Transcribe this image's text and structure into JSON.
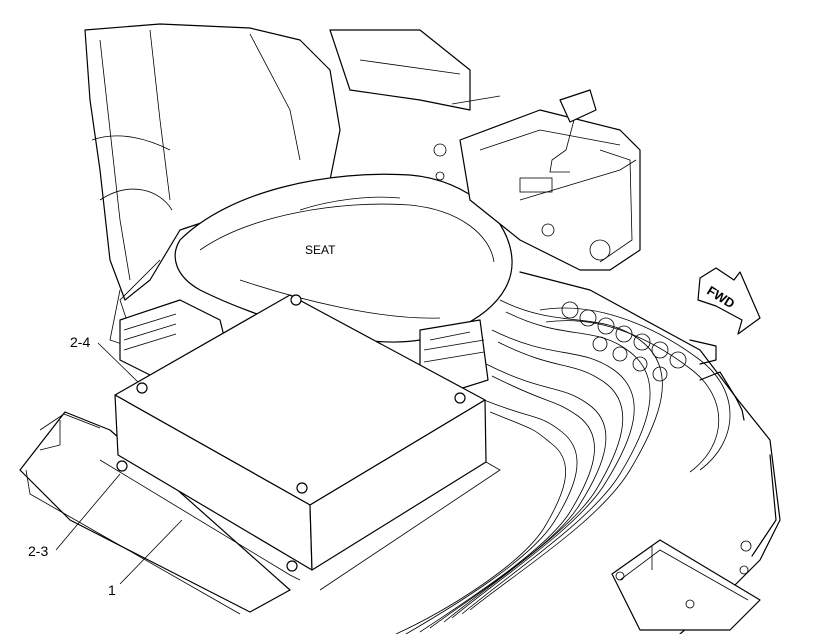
{
  "labels": {
    "seat": "SEAT",
    "fwd": "FWD"
  },
  "callouts": [
    {
      "id": "2-4",
      "text": "2-4"
    },
    {
      "id": "2-3",
      "text": "2-3"
    },
    {
      "id": "1",
      "text": "1"
    }
  ]
}
